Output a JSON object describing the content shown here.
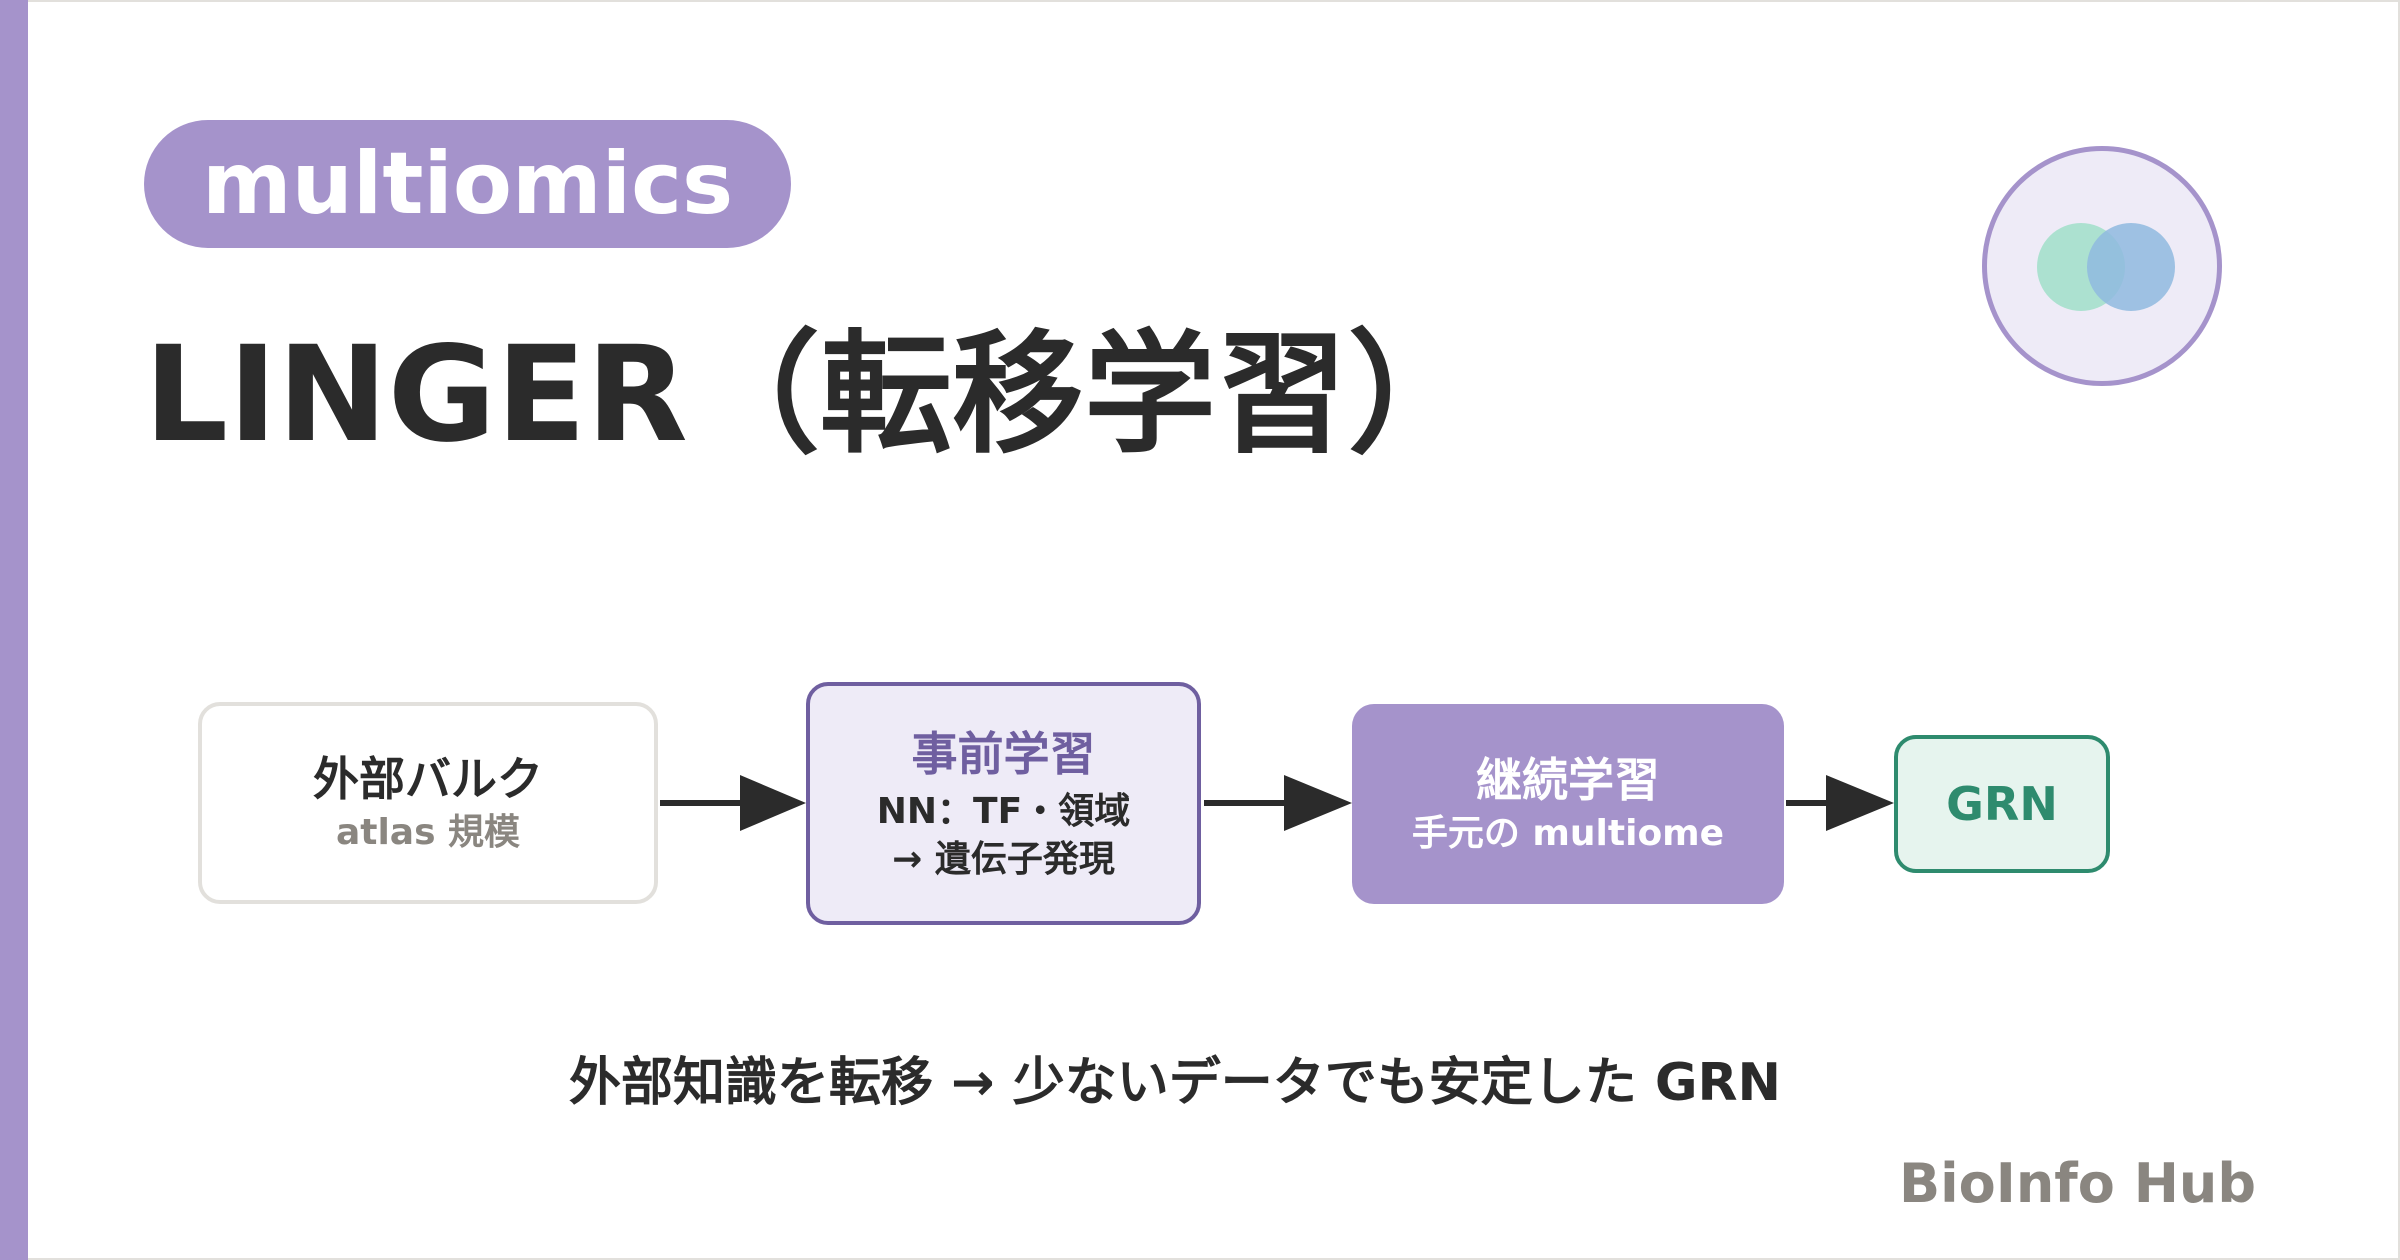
{
  "tag": "multiomics",
  "title": "LINGER（転移学習）",
  "colors": {
    "accent": "#a593cb",
    "accent_dark": "#6f5fa0",
    "accent_light": "#eeebf7",
    "green": "#2e8b6e",
    "green_light": "#e6f4ee",
    "text": "#2b2b2b",
    "muted": "#8a8680"
  },
  "logo": {
    "icon": "overlapping-circles-icon"
  },
  "flow": {
    "nodes": [
      {
        "title": "外部バルク",
        "sub": "atlas 規模"
      },
      {
        "title": "事前学習",
        "sub_1": "NN：TF・領域",
        "sub_2": "→ 遺伝子発現"
      },
      {
        "title": "継続学習",
        "sub": "手元の multiome"
      },
      {
        "title": "GRN"
      }
    ]
  },
  "caption": "外部知識を転移 → 少ないデータでも安定した GRN",
  "brand": "BioInfo Hub"
}
